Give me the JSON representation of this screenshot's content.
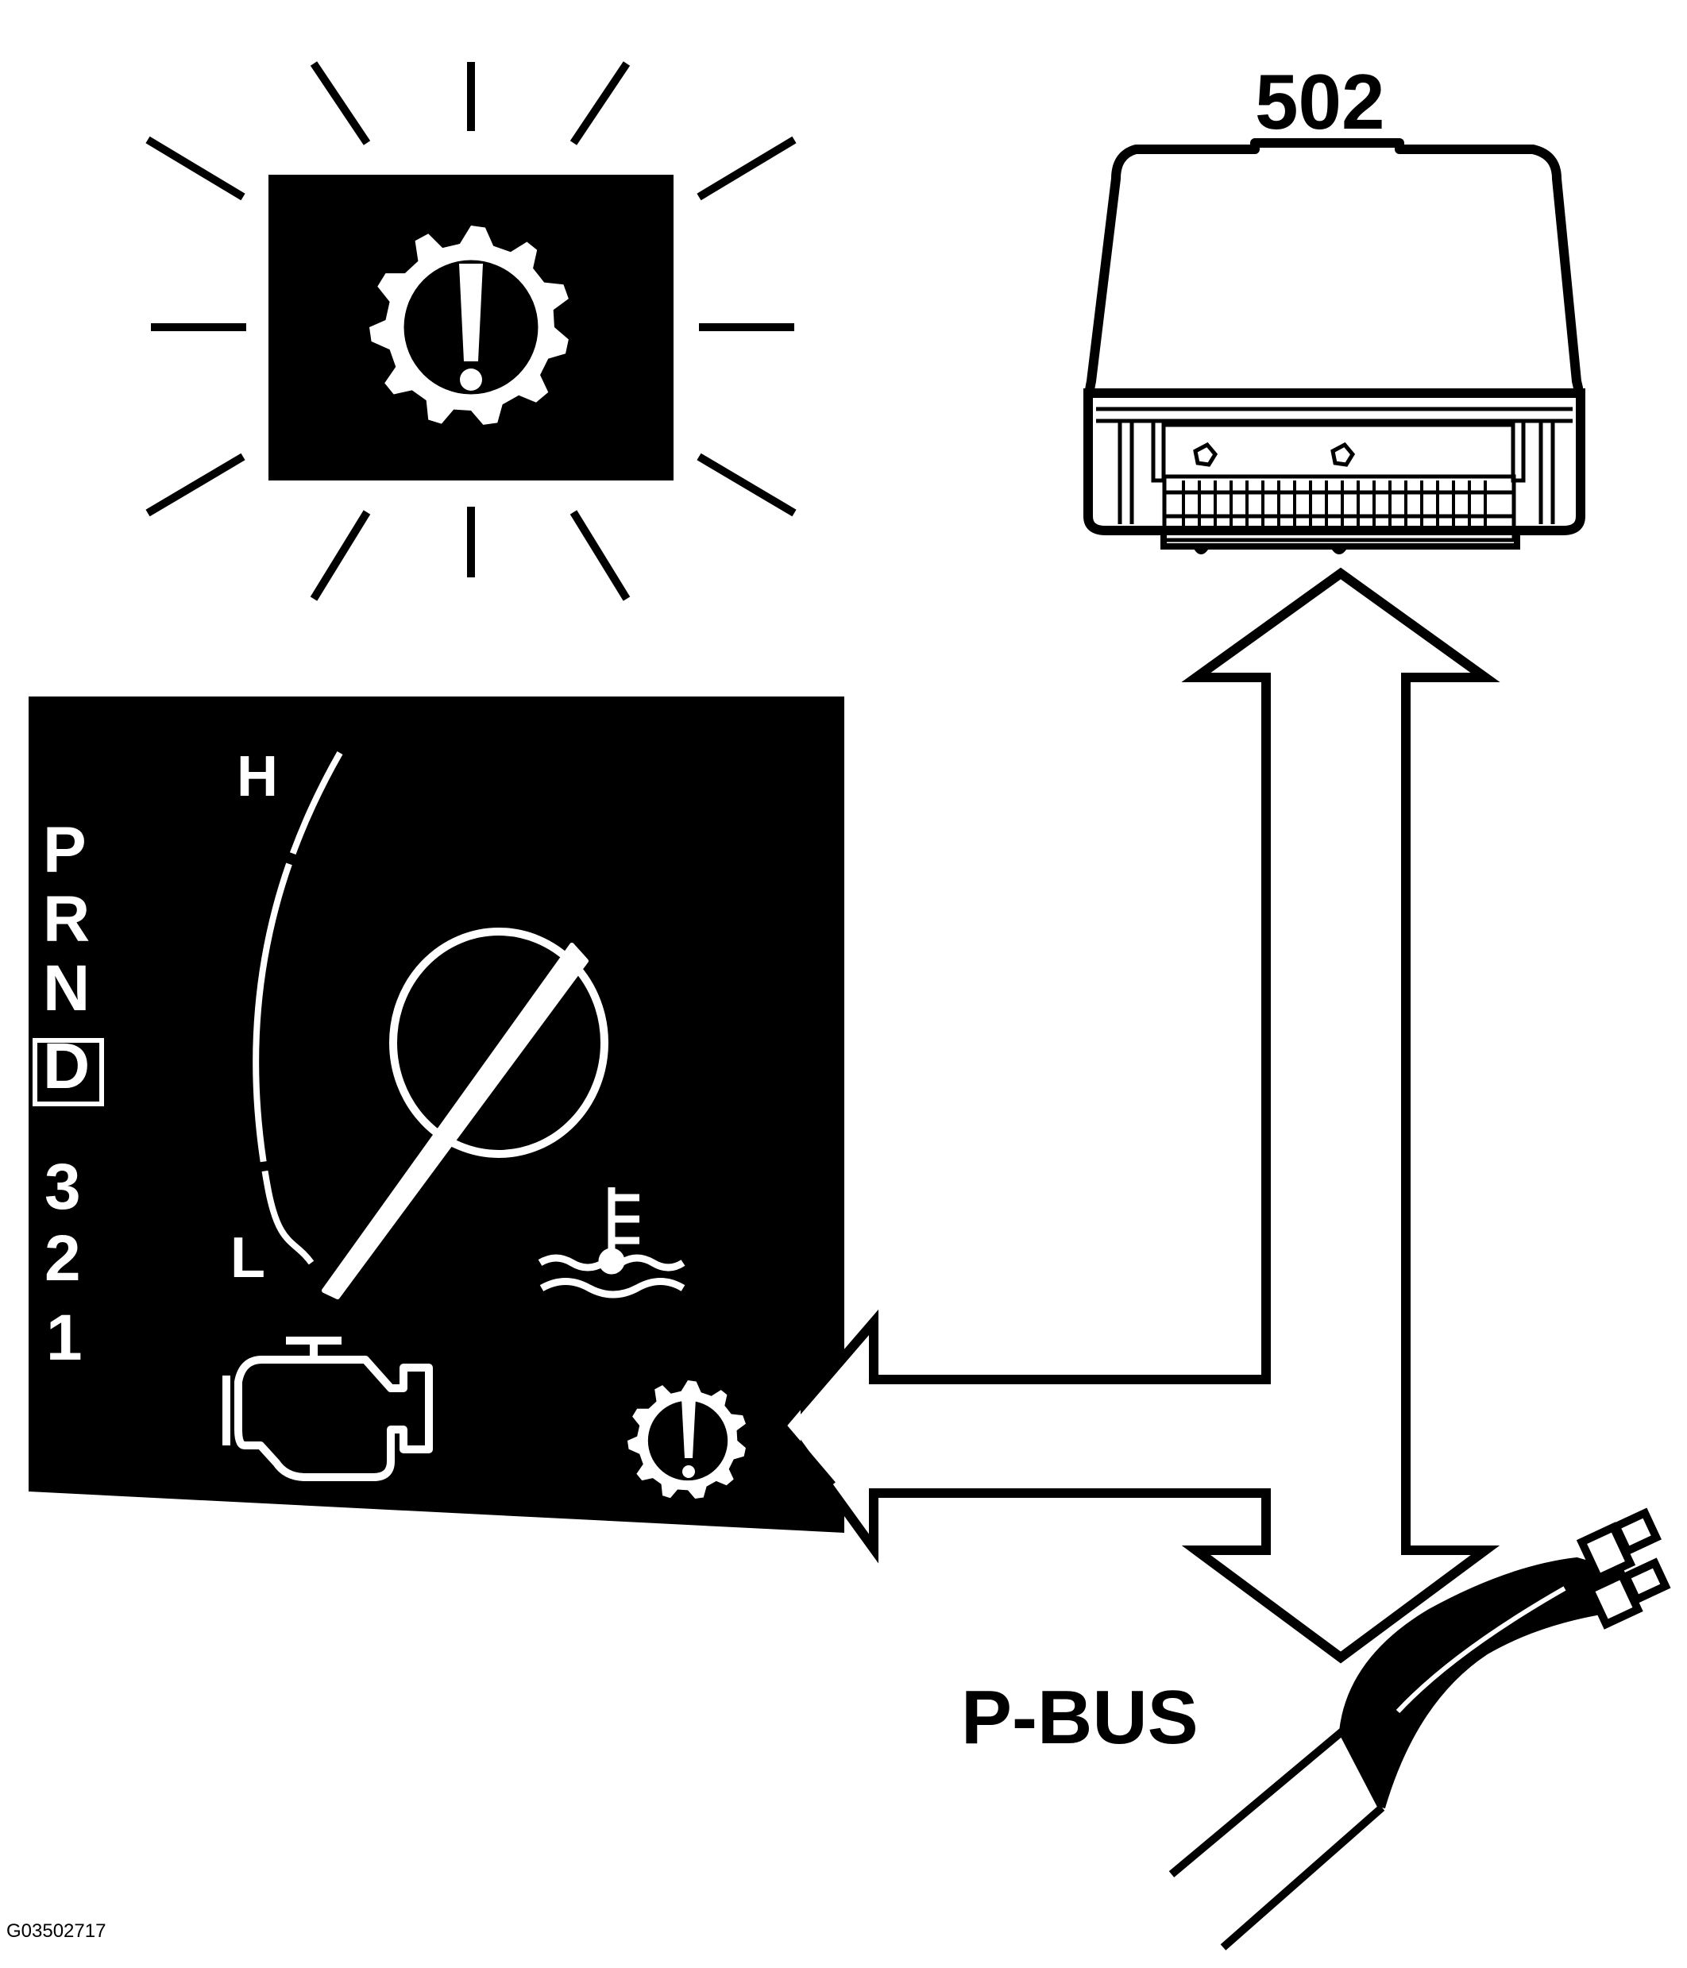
{
  "colors": {
    "ink": "#000000",
    "paper": "#ffffff"
  },
  "module": {
    "label": "502"
  },
  "bus": {
    "label": "P-BUS"
  },
  "gear_selector": {
    "positions": [
      "P",
      "R",
      "N",
      "D",
      "3",
      "2",
      "1"
    ],
    "selected": "D"
  },
  "temperature_gauge": {
    "high_label": "H",
    "low_label": "L"
  },
  "icons": {
    "warning_lamp": "transmission-warning-icon",
    "engine": "check-engine-icon",
    "coolant": "coolant-temperature-icon",
    "small_warning": "transmission-warning-icon"
  },
  "figure_id": "G03502717"
}
